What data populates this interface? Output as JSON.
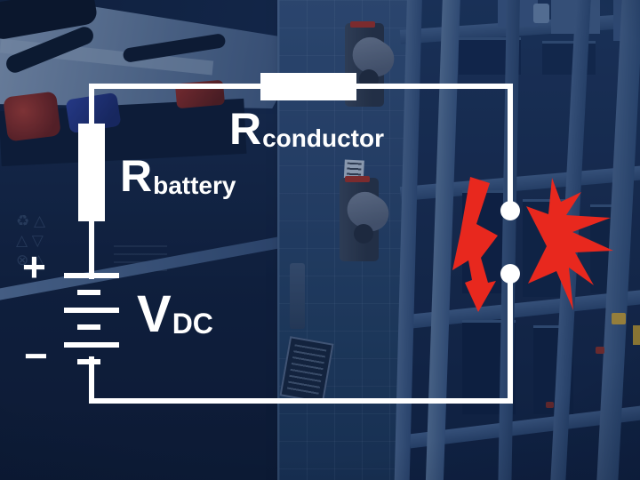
{
  "circuit": {
    "kind": "DC battery circuit diagram over battery-room photo",
    "labels": {
      "r_battery": {
        "main": "R",
        "sub": "battery"
      },
      "r_conductor": {
        "main": "R",
        "sub": "conductor"
      },
      "v_dc": {
        "main": "V",
        "sub": "DC"
      },
      "positive": "+",
      "negative": "−"
    },
    "colors": {
      "wire": "#ffffff",
      "arc": "#e8281e",
      "background": "#132747",
      "wall": "#2d4a74"
    },
    "icons": {
      "lightning_arrow": "red lightning bolt with arrowhead between open terminals",
      "arc_flash": "red jagged arc-flash burst at the open gap"
    }
  }
}
